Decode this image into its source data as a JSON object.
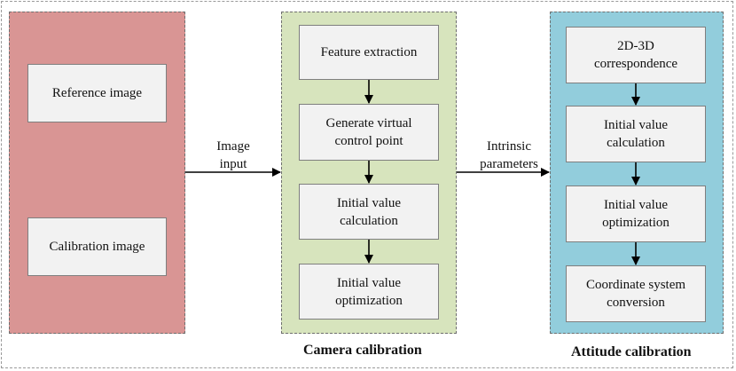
{
  "input_panel": {
    "reference_image": "Reference image",
    "calibration_image": "Calibration image"
  },
  "edge_labels": {
    "image_input": "Image\ninput",
    "intrinsic_parameters": "Intrinsic\nparameters"
  },
  "camera_calibration": {
    "caption": "Camera calibration",
    "steps": [
      "Feature extraction",
      "Generate virtual\ncontrol point",
      "Initial value\ncalculation",
      "Initial value\noptimization"
    ]
  },
  "attitude_calibration": {
    "caption": "Attitude calibration",
    "steps": [
      "2D-3D\ncorrespondence",
      "Initial value\ncalculation",
      "Initial value\noptimization",
      "Coordinate system\nconversion"
    ]
  },
  "colors": {
    "input_panel": "#d99594",
    "camera_panel": "#d7e4bd",
    "attitude_panel": "#92cddc",
    "box_fill": "#f2f2f2"
  }
}
